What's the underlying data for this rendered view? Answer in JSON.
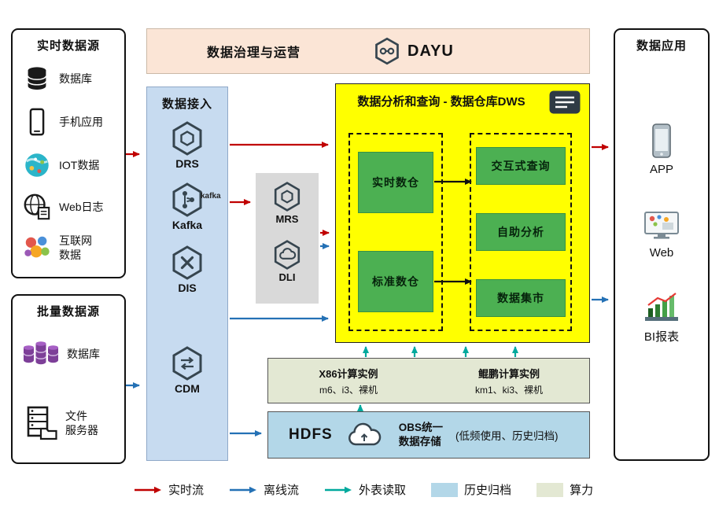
{
  "banner": {
    "title": "数据治理与运营",
    "product": "DAYU"
  },
  "realtime_sources": {
    "title": "实时数据源",
    "items": [
      {
        "icon": "database-icon",
        "label": "数据库"
      },
      {
        "icon": "smartphone-icon",
        "label": "手机应用"
      },
      {
        "icon": "iot-icon",
        "label": "IOT数据"
      },
      {
        "icon": "web-log-icon",
        "label": "Web日志"
      },
      {
        "icon": "internet-data-icon",
        "label": "互联网\n数据"
      }
    ]
  },
  "batch_sources": {
    "title": "批量数据源",
    "items": [
      {
        "icon": "database-cluster-icon",
        "label": "数据库"
      },
      {
        "icon": "file-server-icon",
        "label": "文件\n服务器"
      }
    ]
  },
  "ingestion": {
    "title": "数据接入",
    "items": [
      {
        "icon": "drs-icon",
        "label": "DRS"
      },
      {
        "icon": "kafka-icon",
        "label": "Kafka",
        "wordmark": "kafka"
      },
      {
        "icon": "dis-icon",
        "label": "DIS"
      },
      {
        "icon": "cdm-icon",
        "label": "CDM"
      }
    ]
  },
  "processing": {
    "items": [
      {
        "icon": "mrs-icon",
        "label": "MRS"
      },
      {
        "icon": "dli-icon",
        "label": "DLI"
      }
    ]
  },
  "warehouse": {
    "title": "数据分析和查询 - 数据仓库DWS",
    "left_boxes": [
      {
        "label": "实时数仓"
      },
      {
        "label": "标准数仓"
      }
    ],
    "right_boxes": [
      {
        "label": "交互式查询"
      },
      {
        "label": "自助分析"
      },
      {
        "label": "数据集市"
      }
    ]
  },
  "compute": {
    "x86": {
      "title": "X86计算实例",
      "models": "m6、i3、裸机"
    },
    "kunpeng": {
      "title": "鲲鹏计算实例",
      "models": "km1、ki3、裸机"
    }
  },
  "storage": {
    "hdfs": "HDFS",
    "obs": "OBS统一\n数据存储",
    "note": "(低频使用、历史归档)"
  },
  "applications": {
    "title": "数据应用",
    "items": [
      {
        "icon": "smartphone-icon",
        "label": "APP"
      },
      {
        "icon": "monitor-icon",
        "label": "Web"
      },
      {
        "icon": "bar-chart-icon",
        "label": "BI报表"
      }
    ]
  },
  "legend": {
    "items": [
      {
        "label": "实时流",
        "type": "arrow",
        "color": "#c00000"
      },
      {
        "label": "离线流",
        "type": "arrow",
        "color": "#2471b5"
      },
      {
        "label": "外表读取",
        "type": "arrow",
        "color": "#00a99d"
      },
      {
        "label": "历史归档",
        "type": "swatch",
        "color": "#b3d7e8"
      },
      {
        "label": "算力",
        "type": "swatch",
        "color": "#e3e8d3"
      }
    ]
  },
  "palette": {
    "banner_bg": "#fbe5d6",
    "ingestion_bg": "#c7dbf0",
    "processing_bg": "#d9d9d9",
    "warehouse_bg": "#ffff00",
    "warehouse_green": "#4cb052",
    "compute_bg": "#e3e8d3",
    "storage_bg": "#b3d7e8"
  }
}
